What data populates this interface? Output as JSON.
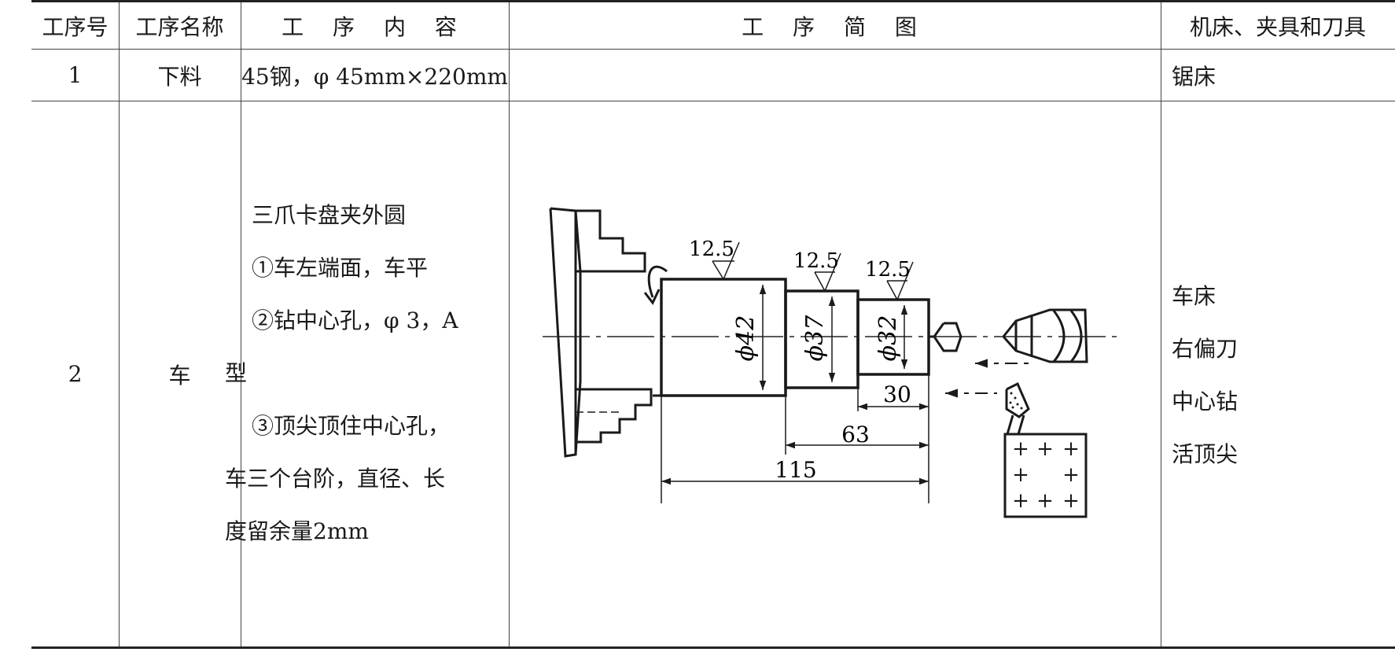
{
  "table": {
    "headers": {
      "step_no": "工序号",
      "step_name": "工序名称",
      "content": "工 序 内 容",
      "sketch": "工 序 简 图",
      "equipment": "机床、夹具和刀具"
    },
    "rows": [
      {
        "step_no": "1",
        "step_name": "下料",
        "content": "45钢，φ 45mm×220mm",
        "equipment": "锯床"
      },
      {
        "step_no": "2",
        "step_name": "车",
        "content_lines": [
          "三爪卡盘夹外圆",
          "①车左端面，车平",
          "②钻中心孔，φ 3，A",
          "型",
          "③顶尖顶住中心孔，",
          "车三个台阶，直径、长",
          "度留余量2mm"
        ],
        "equipment_lines": [
          "车床",
          "右偏刀",
          "中心钻",
          "活顶尖"
        ]
      }
    ]
  },
  "sketch": {
    "roughness": [
      "12.5",
      "12.5",
      "12.5"
    ],
    "diameters": [
      "ϕ42",
      "ϕ37",
      "ϕ32"
    ],
    "lengths": [
      "30",
      "63",
      "115"
    ]
  }
}
